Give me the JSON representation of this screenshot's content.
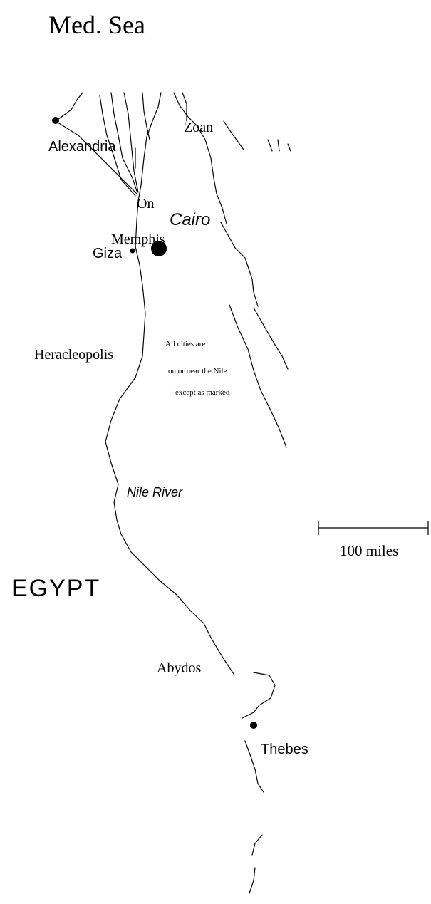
{
  "map": {
    "sea_label": "Med. Sea",
    "country_label": "EGYPT",
    "river_label": "Nile River",
    "note_lines": [
      "All cities are",
      "on or near the Nile",
      "except as marked"
    ],
    "scale": {
      "label": "100 miles",
      "miles": 100
    },
    "places": [
      {
        "id": "alexandria",
        "name": "Alexandria"
      },
      {
        "id": "zoan",
        "name": "Zoan"
      },
      {
        "id": "on",
        "name": "On"
      },
      {
        "id": "cairo",
        "name": "Cairo"
      },
      {
        "id": "memphis",
        "name": "Memphis"
      },
      {
        "id": "giza",
        "name": "Giza"
      },
      {
        "id": "heracleopolis",
        "name": "Heracleopolis"
      },
      {
        "id": "abydos",
        "name": "Abydos"
      },
      {
        "id": "thebes",
        "name": "Thebes"
      }
    ]
  }
}
